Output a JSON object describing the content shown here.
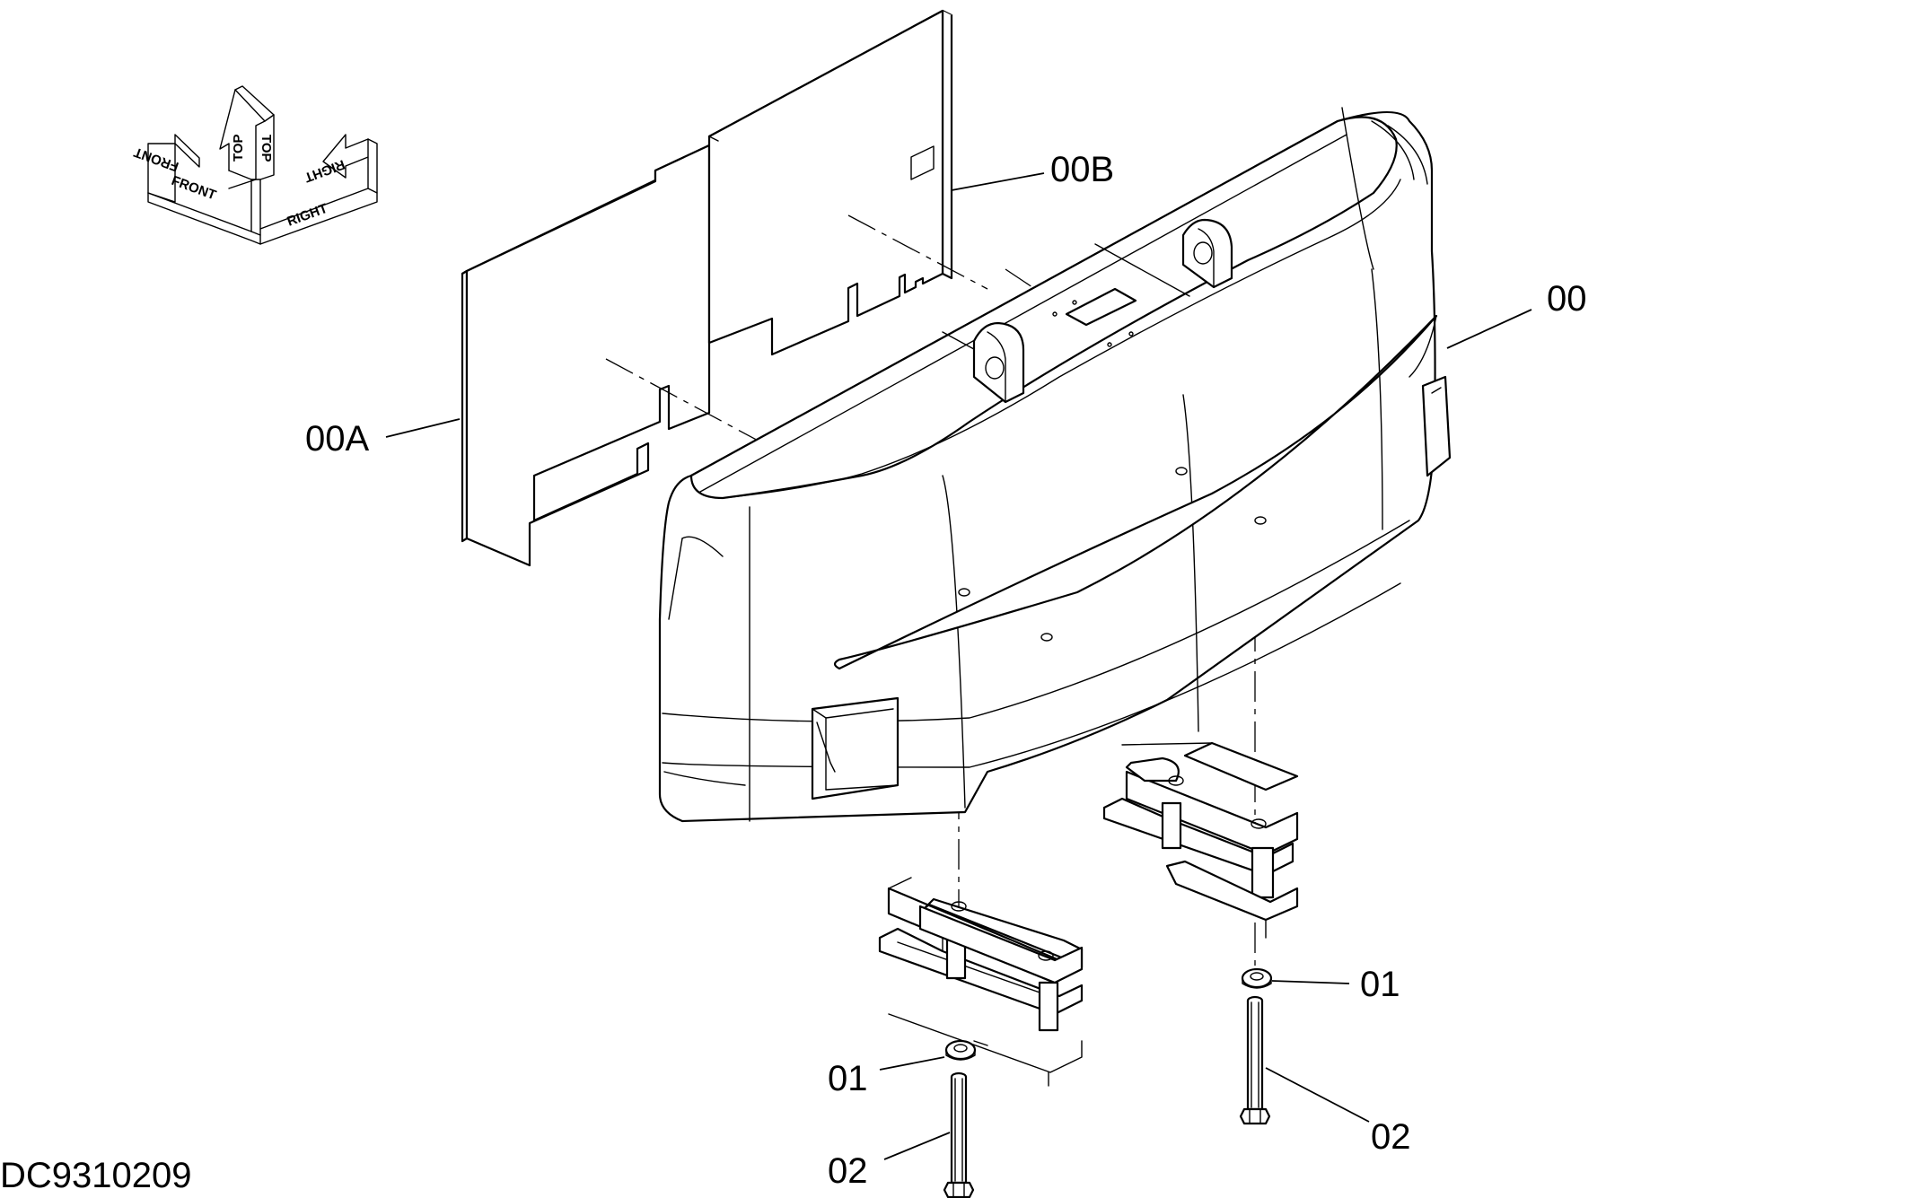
{
  "drawing_ref": "DC9310209",
  "orientation": {
    "front": "FRONT",
    "top": "TOP",
    "right": "RIGHT"
  },
  "callouts": [
    {
      "id": "c00",
      "label": "00"
    },
    {
      "id": "c00A",
      "label": "00A"
    },
    {
      "id": "c00B",
      "label": "00B"
    },
    {
      "id": "c01a",
      "label": "01"
    },
    {
      "id": "c01b",
      "label": "01"
    },
    {
      "id": "c02a",
      "label": "02"
    },
    {
      "id": "c02b",
      "label": "02"
    }
  ]
}
